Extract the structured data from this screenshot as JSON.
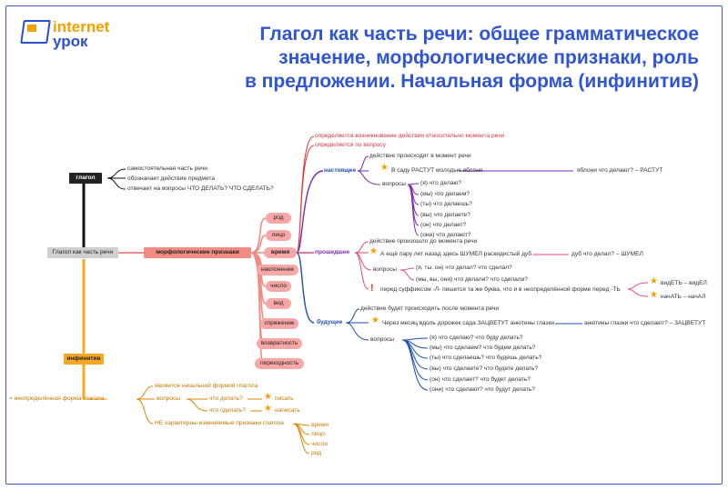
{
  "logo": {
    "line1": "internet",
    "line2": "урок"
  },
  "title": {
    "line1": "Глагол как часть речи: общее грамматическое",
    "line2": "значение, морфологические признаки, роль",
    "line3": "в предложении. Начальная форма (инфинитив)"
  },
  "glagol": {
    "label": "глагол",
    "items": [
      "самостоятельная часть речи",
      "обозначает действие предмета",
      "отвечает на вопросы ЧТО ДЕЛАТЬ? ЧТО СДЕЛАТЬ?"
    ]
  },
  "center": {
    "label": "Глагол как часть речи"
  },
  "morph": {
    "label": "морфологические признаки",
    "items": [
      "род",
      "лицо",
      "время",
      "наклонение",
      "число",
      "вид",
      "спряжение",
      "возвратность",
      "переходность"
    ]
  },
  "time": {
    "top_notes": [
      "определяется возникновение действия относительно момента речи",
      "определяется по вопросу"
    ],
    "present": {
      "label": "настоящее",
      "note": "действие происходит в момент речи",
      "example": "В саду РАСТУТ молодые яблони",
      "example_q": "яблони что делают? – РАСТУТ",
      "q_label": "вопросы",
      "questions": [
        "(я) что делаю?",
        "(мы) что делаем?",
        "(ты) что делаешь?",
        "(вы) что делаете?",
        "(он) что делает?",
        "(они) что делают?"
      ]
    },
    "past": {
      "label": "прошедшее",
      "note": "действие произошло до момента речи",
      "example": "А ещё пару лет назад здесь ШУМЕЛ раскидистый дуб",
      "example_q": "дуб что делал? – ШУМЕЛ",
      "q_label": "вопросы",
      "questions": [
        "(я, ты, он) что делал? что сделал?",
        "(мы, вы, они) что делали? что сделали?"
      ],
      "suffix_note": "перед суффиксом -Л- пишется та же буква, что и в неопределённой форме перед -ТЬ",
      "ex1": "видЕТЬ – видЕЛ",
      "ex2": "начАТЬ – начАЛ"
    },
    "future": {
      "label": "будущее",
      "note": "действие будет происходить после момента речи",
      "example": "Через месяц вдоль дорожек сада ЗАЦВЕТУТ анютины глазки",
      "example_q": "анютины глазки что сделают? – ЗАЦВЕТУТ",
      "q_label": "вопросы",
      "questions": [
        "(я) что сделаю? что буду делать?",
        "(мы) что сделаем? что будем делать?",
        "(ты) что сделаешь? что будешь делать?",
        "(вы) что сделаете? что будете делать?",
        "(он) что сделает? что будет делать?",
        "(они) что сделают? что будут делать?"
      ]
    }
  },
  "infinitive": {
    "label": "инфинитив",
    "def": "= неопределённая форма глагола",
    "initial": "является начальной формой глагола",
    "q_label": "вопросы",
    "q1": "что делать?",
    "q2": "что сделать?",
    "ex1": "писать",
    "ex2": "написать",
    "no_changes": "НЕ характерны изменяемые признаки глагола",
    "features": [
      "время",
      "лицо",
      "число",
      "род"
    ]
  },
  "colors": {
    "title": "#2f55d4",
    "pink": "#f8a6a6",
    "red": "#d9363e",
    "purple": "#7b2ab5",
    "blue": "#1f4fb0",
    "orange": "#f7a823",
    "star": "#f5a000"
  }
}
